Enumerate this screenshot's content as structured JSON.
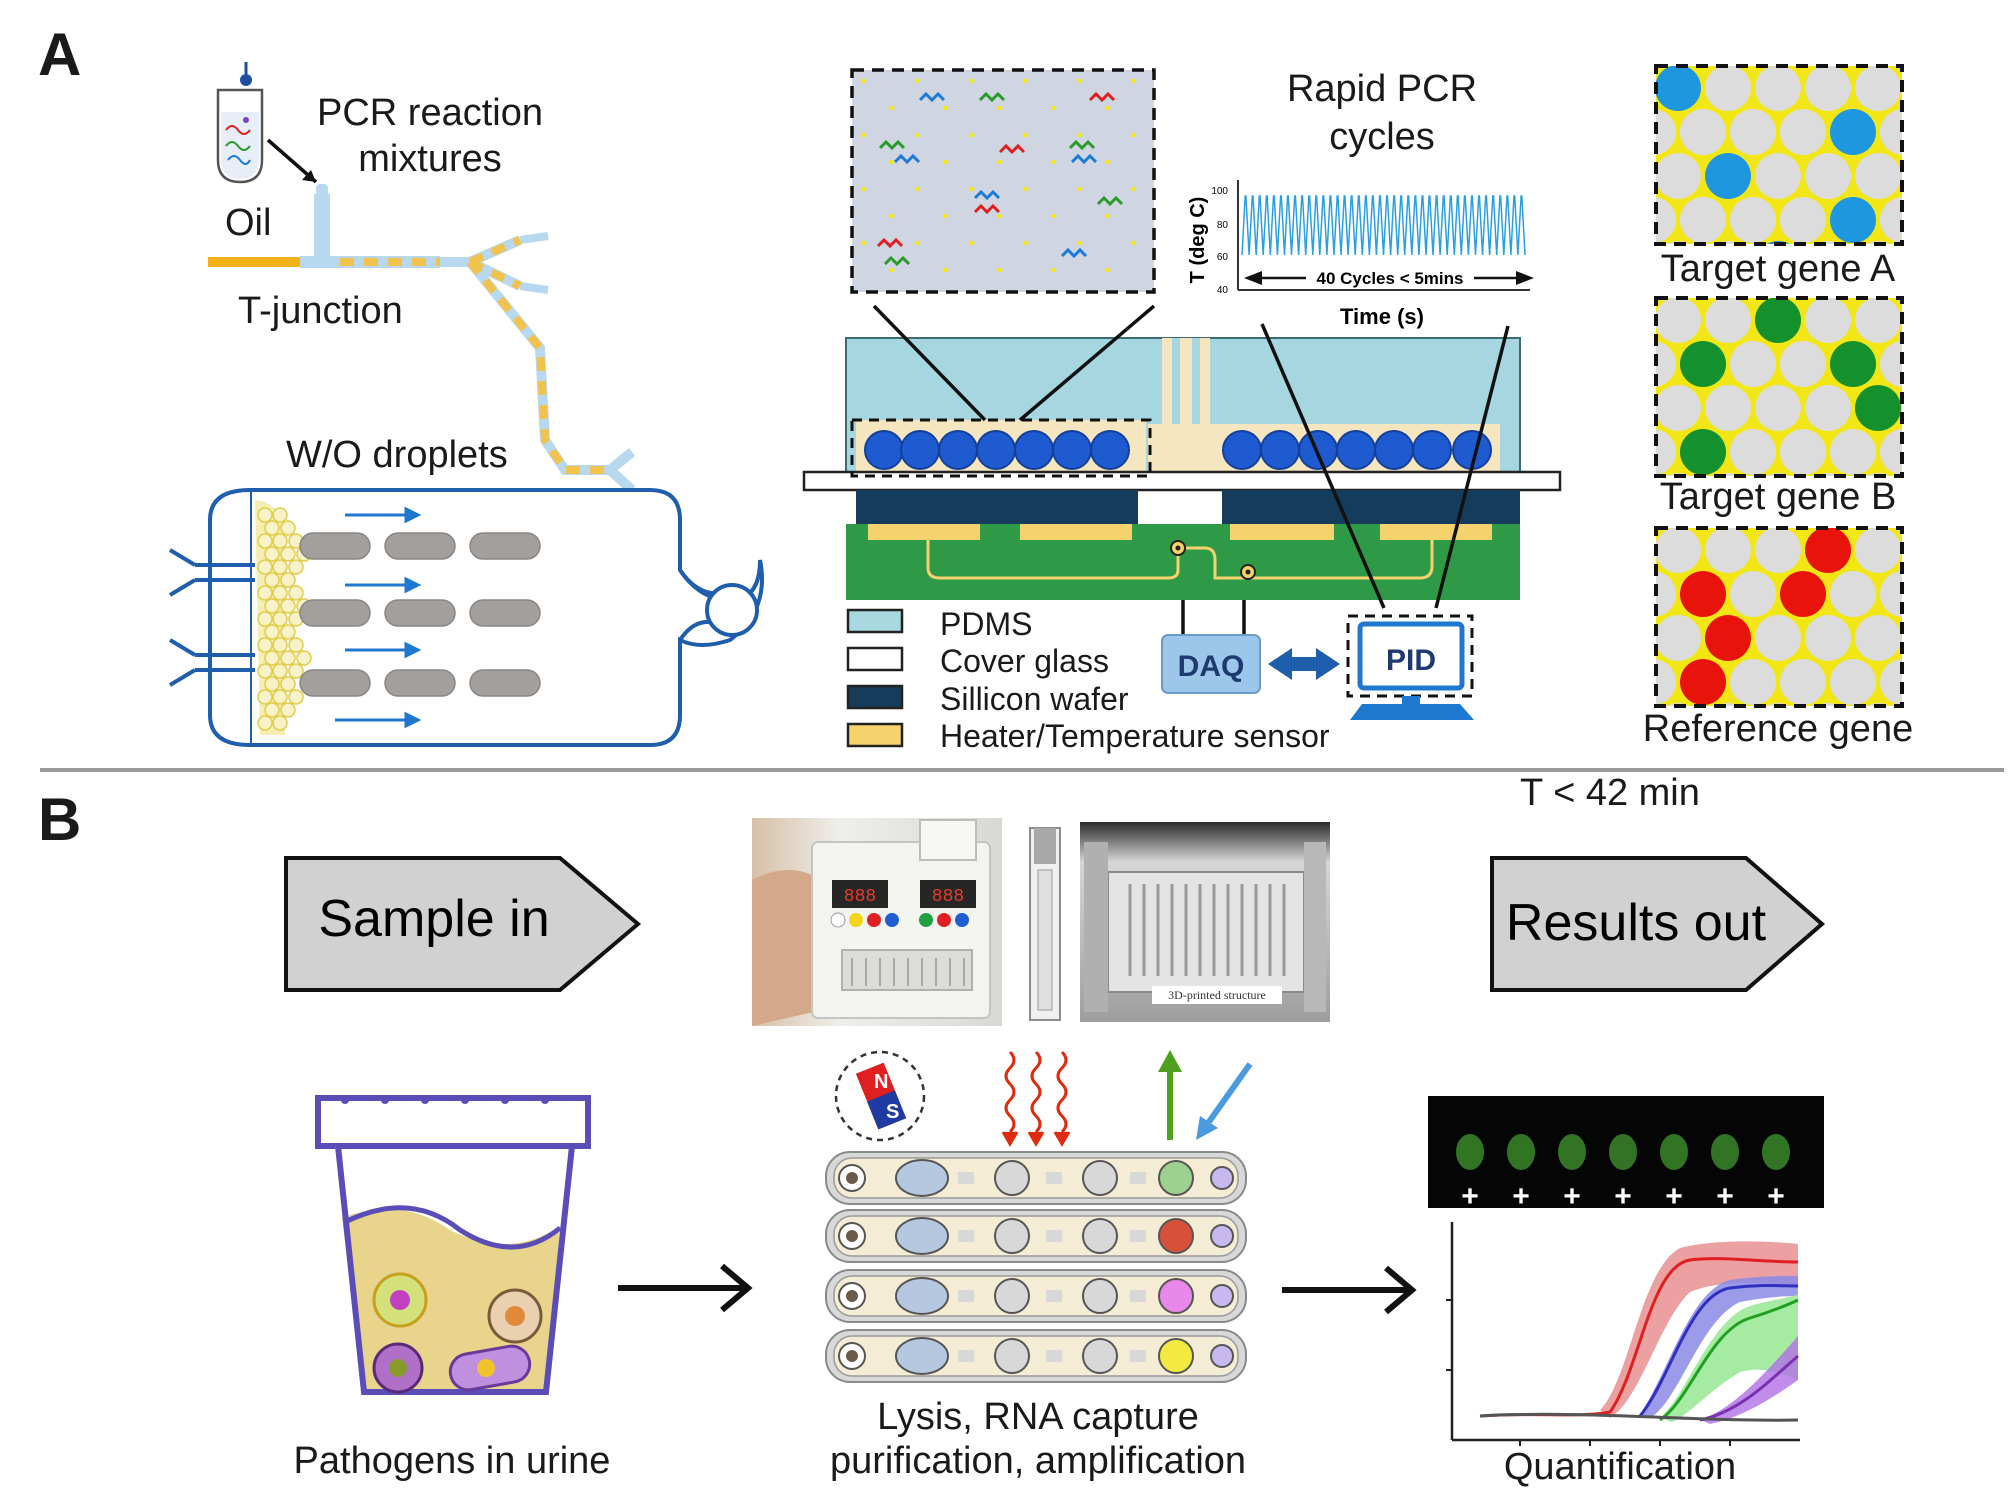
{
  "panelA": {
    "letter": "A",
    "tjunction": {
      "reaction_label": "PCR reaction\nmixtures",
      "reaction_label_line1": "PCR reaction",
      "reaction_label_line2": "mixtures",
      "oil_label": "Oil",
      "junction_label": "T-junction"
    },
    "droplets": {
      "title": "W/O droplets"
    },
    "chip": {
      "pcr_title_line1": "Rapid PCR",
      "pcr_title_line2": "cycles",
      "plot": {
        "ylabel": "T (deg C)",
        "xlabel": "Time (s)",
        "annotation": "40 Cycles < 5mins",
        "yticks": [
          "100",
          "80",
          "60",
          "40"
        ]
      },
      "daq_label": "DAQ",
      "pid_label": "PID"
    },
    "legend": [
      {
        "label": "PDMS",
        "color": "#a8d8e0"
      },
      {
        "label": "Cover glass",
        "color": "#ffffff"
      },
      {
        "label": "Sillicon wafer",
        "color": "#153d5b"
      },
      {
        "label": "Heater/Temperature sensor",
        "color": "#f5d26b"
      }
    ],
    "genes": [
      {
        "label": "Target gene A",
        "color": "#1e96e0"
      },
      {
        "label": "Target gene B",
        "color": "#14902c"
      },
      {
        "label": "Reference gene",
        "color": "#e8140c"
      }
    ]
  },
  "panelB": {
    "letter": "B",
    "sample_in": "Sample in",
    "results_out": "Results out",
    "time": "T < 42 min",
    "printed_label": "3D-printed structure",
    "magnet": {
      "n": "N",
      "s": "S"
    },
    "pathogens_label": "Pathogens in urine",
    "process_line1": "Lysis, RNA capture",
    "process_line2": "purification, amplification",
    "quant_label": "Quantification",
    "plus_sign": "+",
    "plus_count": 7
  }
}
